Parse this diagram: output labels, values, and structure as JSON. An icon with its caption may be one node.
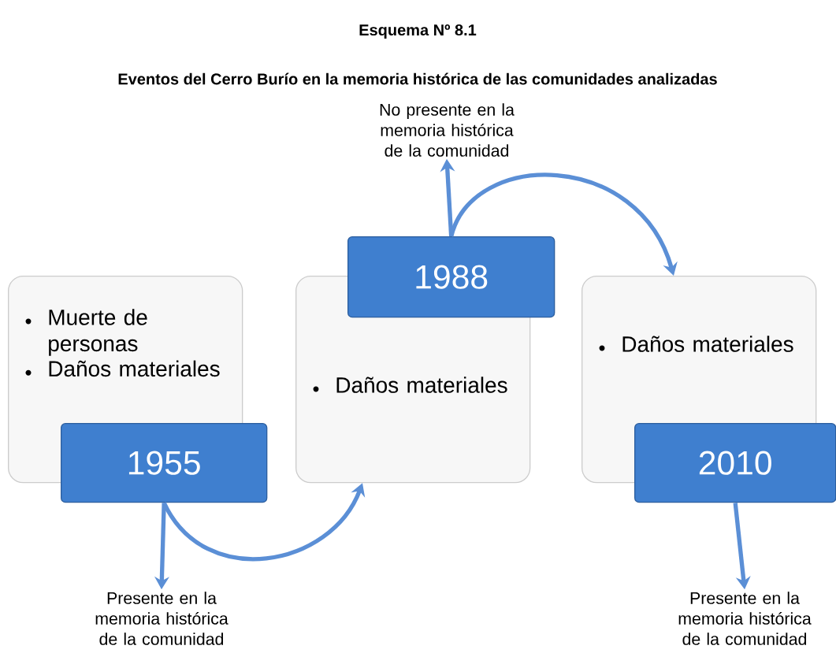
{
  "diagram": {
    "title": "Esquema Nº 8.1",
    "nodes": [
      {
        "text": [
          "Muerte de personas",
          "Daños materiales"
        ]
      },
      {
        "text": [
          "1955"
        ]
      },
      {
        "text": [
          "Daños materiales"
        ]
      },
      {
        "text": [
          "1988"
        ]
      },
      {
        "text": [
          "Daños materiales"
        ]
      },
      {
        "text": [
          "2010"
        ]
      },
      {
        "text": [
          "Presente en la memoria histórica de la comunidad"
        ]
      },
      {
        "text": [
          "No presente en la memoria histórica de la comunidad"
        ]
      },
      {
        "text": [
          "Presente en la memoria histórica de la comunidad"
        ]
      }
    ],
    "edges": [
      {
        "from": 1,
        "to": 6,
        "arrow": "to"
      },
      {
        "from": 1,
        "to": 2,
        "arrow": "to"
      },
      {
        "from": 3,
        "to": 7,
        "arrow": "to"
      },
      {
        "from": 3,
        "to": 4,
        "arrow": "to"
      },
      {
        "from": 5,
        "to": 8,
        "arrow": "to"
      }
    ],
    "labels": [
      "Eventos del Cerro Burío en la memoria histórica de las comunidades analizadas"
    ]
  }
}
